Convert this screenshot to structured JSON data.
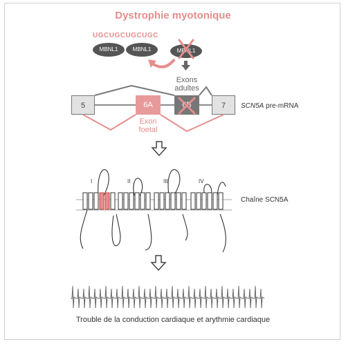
{
  "title": "Dystrophie myotonique",
  "repeat_sequence": "UGCUGCUGCUGC",
  "mbnl_label": "MBNL1",
  "exons": {
    "e5": "5",
    "e6a": "6A",
    "e6b": "6B",
    "e7": "7"
  },
  "labels": {
    "adult_exons": [
      "Exons",
      "adultes"
    ],
    "fetal_exon": [
      "Exon",
      "foetal"
    ],
    "pre_mrna_gene": "SCN5A",
    "pre_mrna_suffix": " pre-mRNA",
    "chain": "Chaîne SCN5A",
    "domains": [
      "I",
      "II",
      "III",
      "IV"
    ],
    "caption": "Trouble de la conduction cardiaque et arythmie cardiaque"
  },
  "colors": {
    "accent_red": "#e58d8d",
    "exon_6a": "#e89a9a",
    "exon_6b": "#777777",
    "dark": "#555555"
  },
  "icons": [
    "x-mark-icon",
    "down-arrow-icon",
    "curved-arrow-icon",
    "hollow-down-arrow-icon"
  ]
}
